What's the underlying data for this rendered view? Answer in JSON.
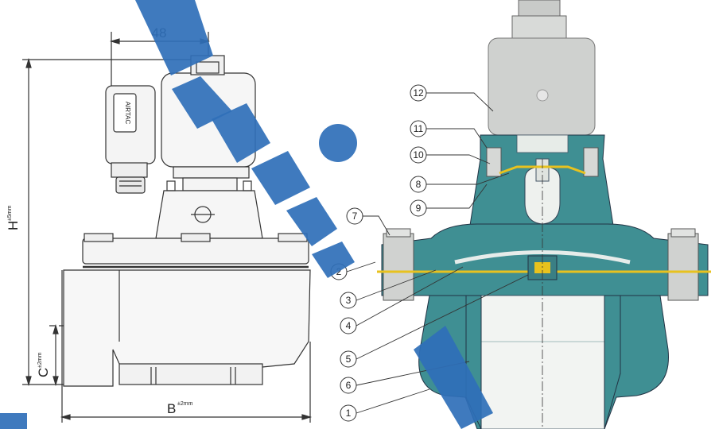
{
  "dimensions": {
    "width_label": "48",
    "height_label": "H",
    "height_tol": "±5mm",
    "inlet_label": "C",
    "inlet_tol": "±2mm",
    "base_label": "B",
    "base_tol": "±2mm"
  },
  "coil_plate_text": "AIRTAC",
  "callouts": [
    "12",
    "11",
    "10",
    "8",
    "9",
    "7",
    "2",
    "3",
    "4",
    "5",
    "6",
    "1"
  ],
  "colors": {
    "body_teal": "#3f8f93",
    "body_dark": "#2d6e73",
    "coil_gray": "#cfd1cf",
    "diaphragm_yellow": "#e8c21e",
    "watermark_blue": "#2f6fb9",
    "line_dark": "#333333"
  }
}
